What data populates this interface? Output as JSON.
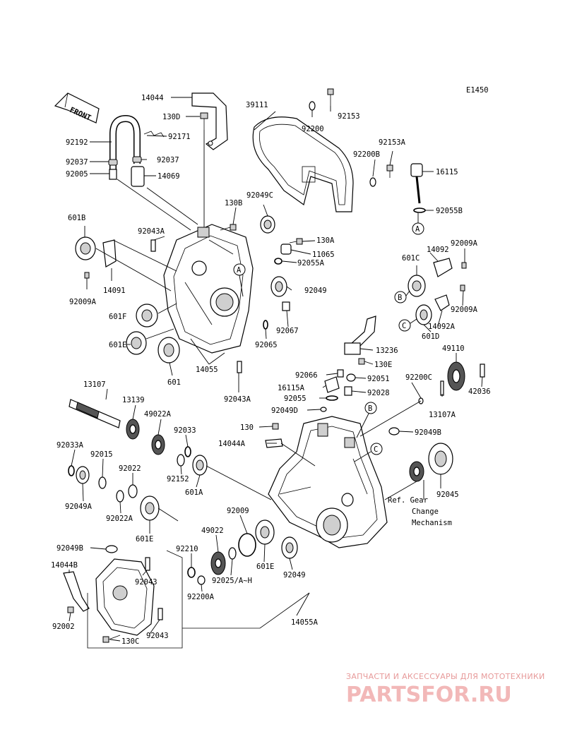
{
  "code": "E1450",
  "front": "FRONT",
  "labels": {
    "l14044": "14044",
    "l130D": "130D",
    "l92171": "92171",
    "l92192": "92192",
    "l92037a": "92037",
    "l92037b": "92037",
    "l92005": "92005",
    "l14069": "14069",
    "l39111": "39111",
    "l92153": "92153",
    "l92200": "92200",
    "l92153A": "92153A",
    "l92200B": "92200B",
    "l16115": "16115",
    "l92055B": "92055B",
    "l92049C": "92049C",
    "l130B": "130B",
    "l601B": "601B",
    "l92043A_top": "92043A",
    "l130A": "130A",
    "l11065": "11065",
    "l92055A": "92055A",
    "l14091": "14091",
    "l92009A_l": "92009A",
    "l92049": "92049",
    "l601F": "601F",
    "l92067": "92067",
    "l601E": "601E",
    "l92065": "92065",
    "l601": "601",
    "l14055": "14055",
    "l92043A_bot": "92043A",
    "l601C": "601C",
    "l14092": "14092",
    "l92009A_r1": "92009A",
    "l92009A_r2": "92009A",
    "l601D": "601D",
    "l14092A": "14092A",
    "l49110": "49110",
    "l13236": "13236",
    "l130E": "130E",
    "l92066": "92066",
    "l92051": "92051",
    "l92200C": "92200C",
    "l16115A": "16115A",
    "l92028": "92028",
    "l42036": "42036",
    "l92055": "92055",
    "l92049D": "92049D",
    "l13107A": "13107A",
    "l13107": "13107",
    "l13139": "13139",
    "l49022A": "49022A",
    "l92033": "92033",
    "l130": "130",
    "l92049B_r": "92049B",
    "l14044A": "14044A",
    "l92033A": "92033A",
    "l92015": "92015",
    "l92022": "92022",
    "l92152": "92152",
    "l601A": "601A",
    "l92049A": "92049A",
    "l92022A": "92022A",
    "l601E_bot": "601E",
    "l92045": "92045",
    "l92009": "92009",
    "l49022": "49022",
    "l92210": "92210",
    "l601E_mid": "601E",
    "l92049_mid": "92049",
    "l92025": "92025/A~H",
    "l92200A": "92200A",
    "l92049B_l": "92049B",
    "l14044B": "14044B",
    "l92043_a": "92043",
    "l92002": "92002",
    "l130C": "130C",
    "l92043_b": "92043",
    "l14055A": "14055A"
  },
  "callouts": {
    "A": "A",
    "B": "B",
    "C": "C"
  },
  "ref_note": [
    "Ref. Gear",
    "Change",
    "Mechanism"
  ],
  "watermark": {
    "tagline": "ЗАПЧАСТИ И АКСЕССУАРЫ ДЛЯ МОТОТЕХНИКИ",
    "brand": "PARTSFOR.RU"
  }
}
